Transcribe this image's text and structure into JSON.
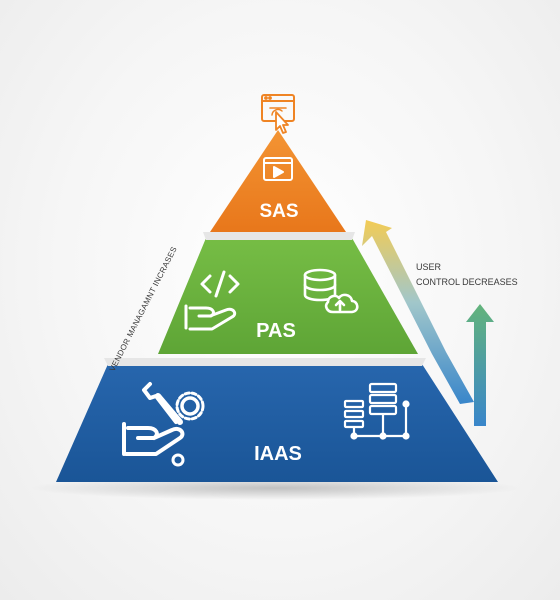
{
  "tiers": [
    {
      "label": "SAS",
      "color": "#ef8424",
      "icons": [
        "pointer-click-icon",
        "video-player-icon"
      ]
    },
    {
      "label": "PAS",
      "color": "#6cb33e",
      "icons": [
        "code-hand-icon",
        "database-cloud-icon"
      ]
    },
    {
      "label": "IAAS",
      "color": "#1f5fa4",
      "icons": [
        "tools-hand-icon",
        "server-network-icon"
      ]
    }
  ],
  "left_annotation": "VENDOR MANAGAMNT INCRASES",
  "right_annotation": {
    "line1": "USER",
    "line2": "CONTROL DECREASES"
  },
  "arrow_colors": {
    "arrow_a": [
      "#f2c94c",
      "#2f80c8"
    ],
    "arrow_b": [
      "#5bb075",
      "#2f80c8"
    ]
  }
}
